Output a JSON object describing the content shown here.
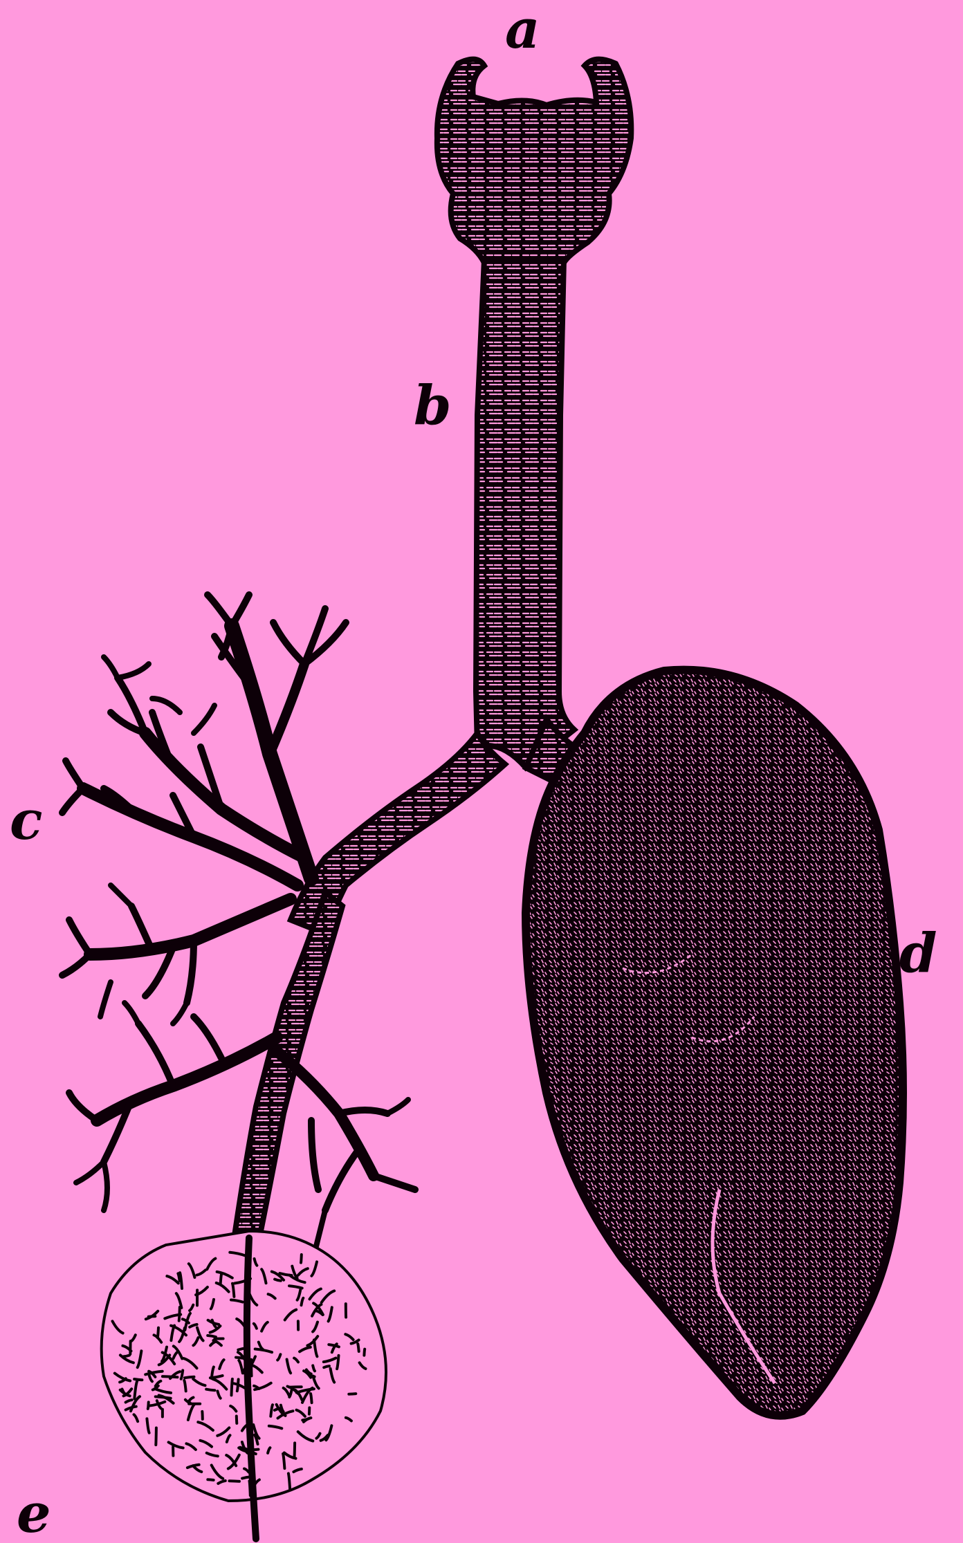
{
  "colors": {
    "background": "#ff99dd",
    "ink": "#0d0008",
    "texture": "#ff99dd"
  },
  "labels": {
    "a": "a",
    "b": "b",
    "c": "c",
    "d": "d",
    "e": "e"
  }
}
